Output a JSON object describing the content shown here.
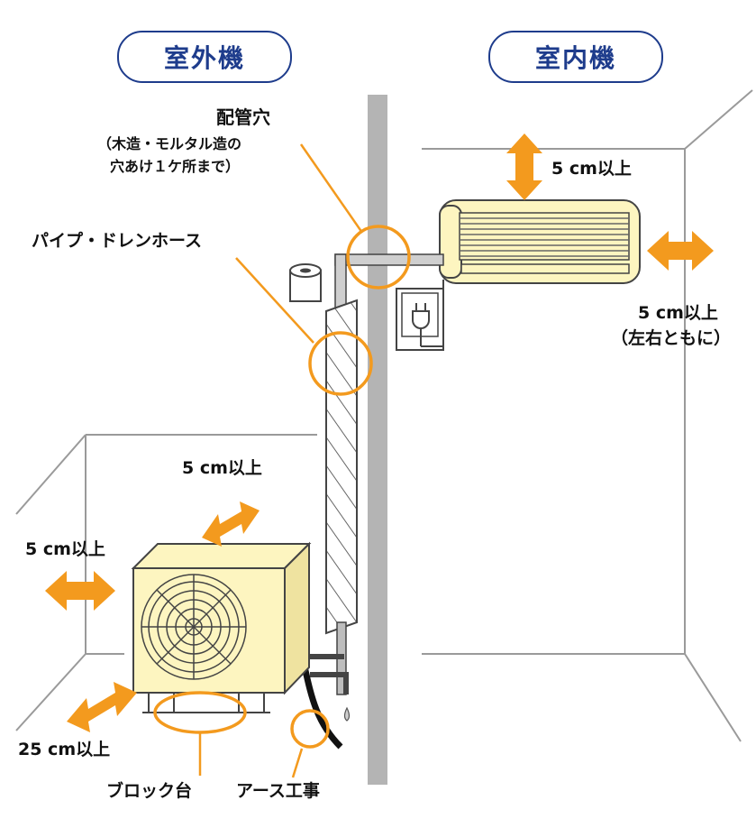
{
  "headers": {
    "outdoor_label": "室外機",
    "indoor_label": "室内機"
  },
  "annotations": {
    "piping_hole_title": "配管穴",
    "piping_hole_note_line1": "（木造・モルタル造の",
    "piping_hole_note_line2": "穴あけ１ケ所まで）",
    "pipe_drain_hose": "パイプ・ドレンホース",
    "indoor_top_clearance": "5 cm以上",
    "indoor_side_clearance": "5 cm以上",
    "indoor_side_note": "（左右ともに）",
    "outdoor_top_clearance": "5 cm以上",
    "outdoor_side_clearance": "5 cm以上",
    "outdoor_front_clearance": "25 cm以上",
    "block_base": "ブロック台",
    "ground_work": "アース工事"
  },
  "colors": {
    "accent_orange": "#f39a1e",
    "header_blue": "#1e3c8c",
    "unit_cream": "#fdf5c0",
    "wall_gray": "#b4b4b4",
    "line_gray": "#9a9a9a"
  },
  "icons": {
    "plug": "power-plug-icon",
    "arrows": "double-arrow-icon",
    "fan": "fan-icon"
  }
}
